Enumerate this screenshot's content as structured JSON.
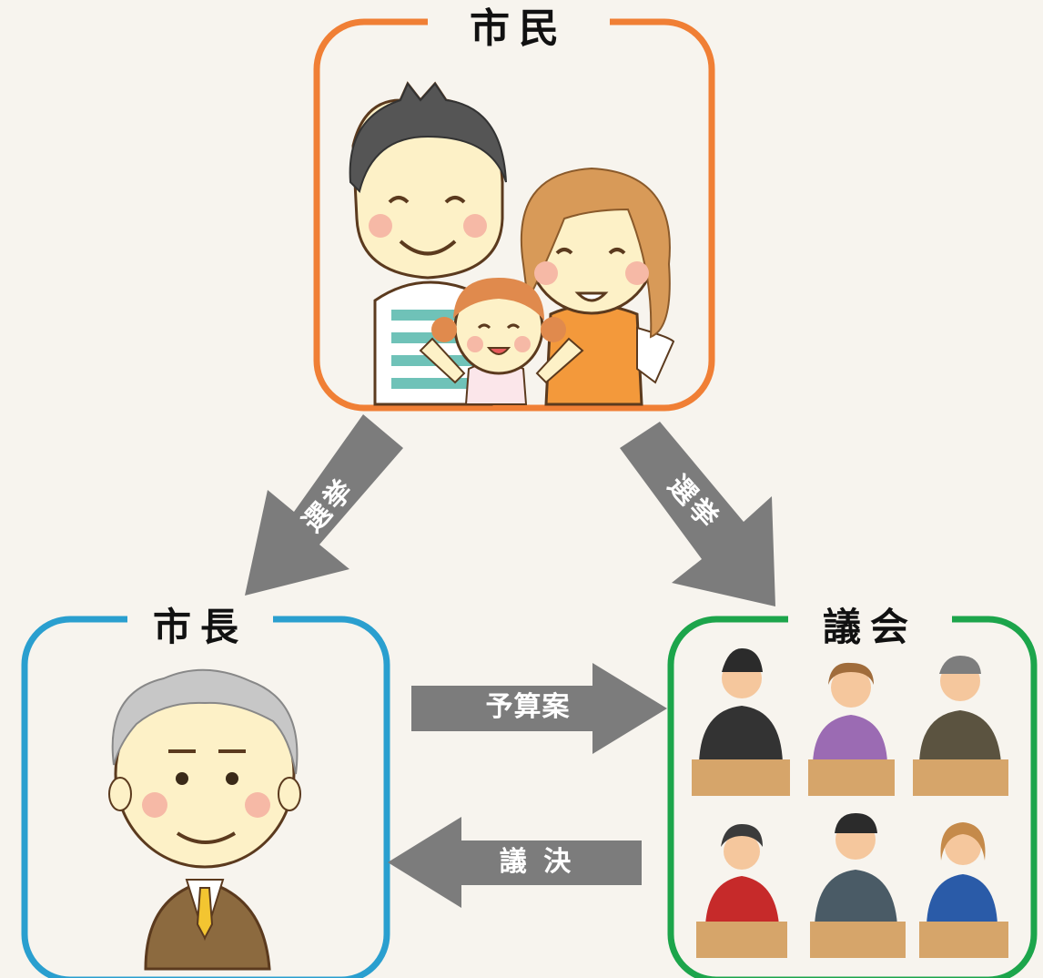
{
  "nodes": {
    "citizens": {
      "label": "市民",
      "color": "#f07f35"
    },
    "mayor": {
      "label": "市長",
      "color": "#2a9fcf"
    },
    "council": {
      "label": "議会",
      "color": "#1ca54b"
    }
  },
  "edges": {
    "citizens_to_mayor": "選挙",
    "citizens_to_council": "選挙",
    "mayor_to_council": "予算案",
    "council_to_mayor": "議 決"
  },
  "colors": {
    "arrow": "#7c7c7c",
    "background": "#f7f4ee"
  }
}
